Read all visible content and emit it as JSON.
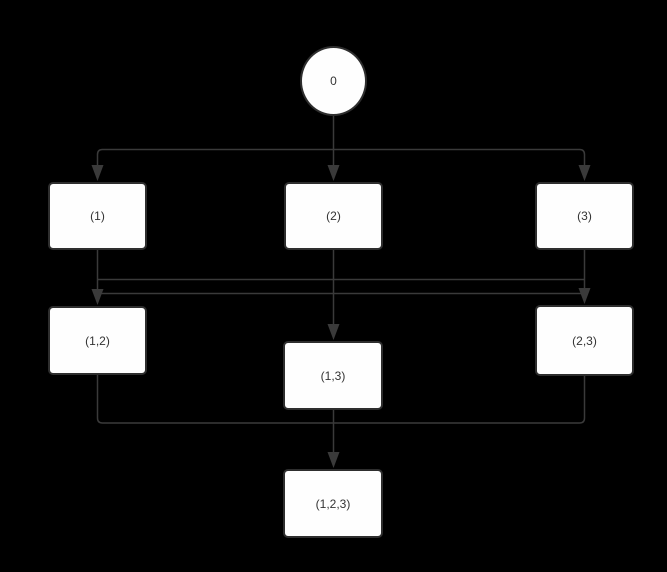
{
  "diagram": {
    "type": "flowchart-lattice",
    "background_color": "#000000",
    "edge_color": "#3a3a3a",
    "node_fill_color": "#fefefe",
    "node_border_color": "#2e2e2e",
    "text_color": "#333333",
    "nodes": [
      {
        "id": "root",
        "label": "0",
        "shape": "circle"
      },
      {
        "id": "n1",
        "label": "(1)",
        "shape": "rectangle"
      },
      {
        "id": "n2",
        "label": "(2)",
        "shape": "rectangle"
      },
      {
        "id": "n3",
        "label": "(3)",
        "shape": "rectangle"
      },
      {
        "id": "n12",
        "label": "(1,2)",
        "shape": "rectangle"
      },
      {
        "id": "n13",
        "label": "(1,3)",
        "shape": "rectangle"
      },
      {
        "id": "n23",
        "label": "(2,3)",
        "shape": "rectangle"
      },
      {
        "id": "n123",
        "label": "(1,2,3)",
        "shape": "rectangle"
      }
    ],
    "edges": [
      {
        "from": "0",
        "to": "(1)"
      },
      {
        "from": "0",
        "to": "(2)"
      },
      {
        "from": "0",
        "to": "(3)"
      },
      {
        "from": "(1)",
        "to": "(1,2)"
      },
      {
        "from": "(2)",
        "to": "(1,2)"
      },
      {
        "from": "(2)",
        "to": "(2,3)"
      },
      {
        "from": "(3)",
        "to": "(2,3)"
      },
      {
        "from": "(1)",
        "to": "(1,3)"
      },
      {
        "from": "(3)",
        "to": "(1,3)"
      },
      {
        "from": "(1,2)",
        "to": "(1,2,3)"
      },
      {
        "from": "(1,3)",
        "to": "(1,2,3)"
      },
      {
        "from": "(2,3)",
        "to": "(1,2,3)"
      }
    ]
  }
}
